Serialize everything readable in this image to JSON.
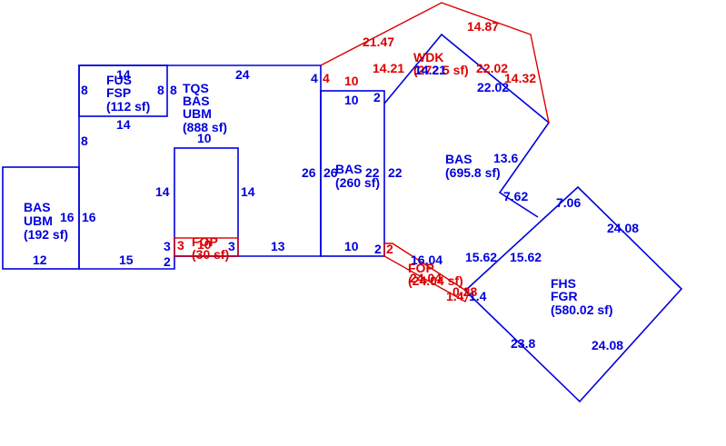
{
  "colors": {
    "building": "#0000dd",
    "wood": "#dd0000",
    "background": "#ffffff"
  },
  "areas": {
    "bas_ubm_192": [
      "BAS",
      "UBM",
      "(192 sf)"
    ],
    "fus_fsp": [
      "FUS",
      "FSP",
      "(112 sf)"
    ],
    "tqs_bas_ubm": [
      "TQS",
      "BAS",
      "UBM",
      "(888 sf)"
    ],
    "bas_260": [
      "BAS",
      "(260 sf)"
    ],
    "bas_695": [
      "BAS",
      "(695.8 sf)"
    ],
    "fhs_fgr": [
      "FHS",
      "FGR",
      "(580.02 sf)"
    ],
    "fop_30": [
      "FOP",
      "(30 sf)"
    ],
    "wdk": [
      "WDK",
      "(272.5 sf)"
    ],
    "fop_24": [
      "FOP",
      "(24.04 sf)"
    ]
  },
  "dims": {
    "ubm_l": "16",
    "ubm_r": "16",
    "ubm_b": "12",
    "fus_t": "14",
    "fus_l": "8",
    "fus_r": "8",
    "fus_r2": "8",
    "fus_b": "14",
    "fus_l2": "8",
    "main_t": "24",
    "main_tr": "4",
    "main_b1": "15",
    "main_b2": "2",
    "cut_t": "10",
    "cut_l": "14",
    "cut_r": "14",
    "cut_b": "13",
    "cut_bl": "3",
    "cut_br": "3",
    "bas_t": "10",
    "bas_tr": "2",
    "bas_l": "26",
    "bas_l2": "26",
    "bas_r": "22",
    "bas_r2": "22",
    "bas_b": "10",
    "bas_br": "2",
    "b695_a": "14.21",
    "b695_b": "22.02",
    "b695_c": "13.6",
    "b695_d": "7.62",
    "b695_e": "15.62",
    "fhs_a": "7.06",
    "fhs_b": "24.08",
    "fhs_c": "24.08",
    "fhs_d": "23.8",
    "fhs_e": "15.62",
    "fhs_f": "1.4",
    "fhs_g": "16.04",
    "wdk_a": "21.47",
    "wdk_b": "14.87",
    "wdk_c": "14.32",
    "wdk_d": "22.02",
    "wdk_e": "14.21",
    "wdk_f": "4",
    "wdk_g": "10",
    "fop30_a": "3",
    "fop30_b": "10",
    "fop24_a": "2",
    "fop24_b": "24.04",
    "fop24_c": "0.28",
    "fop24_d": "1.4"
  }
}
